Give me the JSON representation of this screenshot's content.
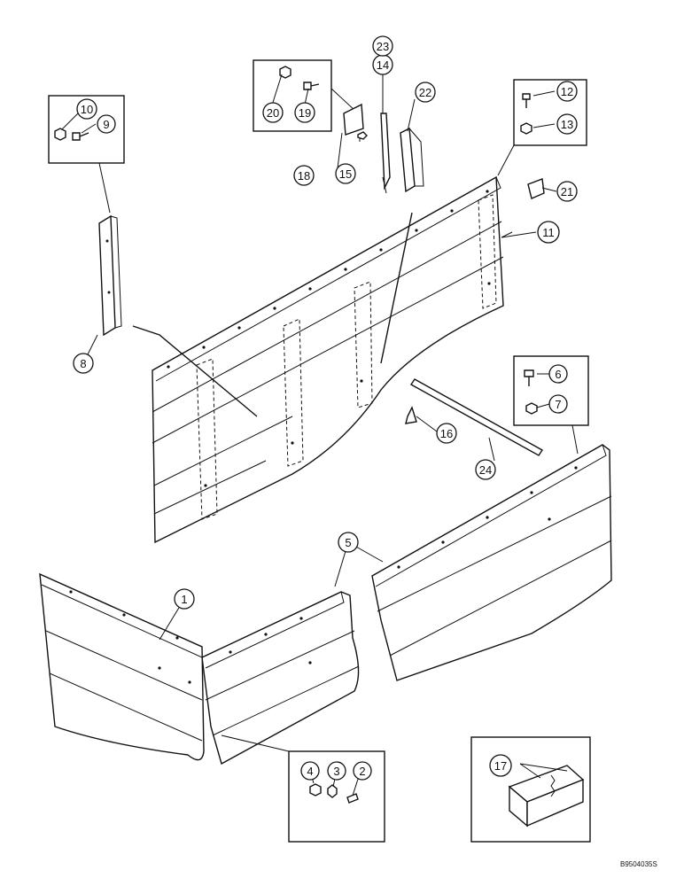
{
  "diagram": {
    "callouts": [
      {
        "id": "c1",
        "label": "1"
      },
      {
        "id": "c2",
        "label": "2"
      },
      {
        "id": "c3",
        "label": "3"
      },
      {
        "id": "c4",
        "label": "4"
      },
      {
        "id": "c5",
        "label": "5"
      },
      {
        "id": "c6",
        "label": "6"
      },
      {
        "id": "c7",
        "label": "7"
      },
      {
        "id": "c8",
        "label": "8"
      },
      {
        "id": "c9",
        "label": "9"
      },
      {
        "id": "c10",
        "label": "10"
      },
      {
        "id": "c11",
        "label": "11"
      },
      {
        "id": "c12",
        "label": "12"
      },
      {
        "id": "c13",
        "label": "13"
      },
      {
        "id": "c14",
        "label": "14"
      },
      {
        "id": "c15",
        "label": "15"
      },
      {
        "id": "c16",
        "label": "16"
      },
      {
        "id": "c17",
        "label": "17"
      },
      {
        "id": "c18",
        "label": "18"
      },
      {
        "id": "c19",
        "label": "19"
      },
      {
        "id": "c20",
        "label": "20"
      },
      {
        "id": "c21",
        "label": "21"
      },
      {
        "id": "c22",
        "label": "22"
      },
      {
        "id": "c23",
        "label": "23"
      },
      {
        "id": "c24",
        "label": "24"
      }
    ],
    "reference_code": "B9504035S"
  }
}
